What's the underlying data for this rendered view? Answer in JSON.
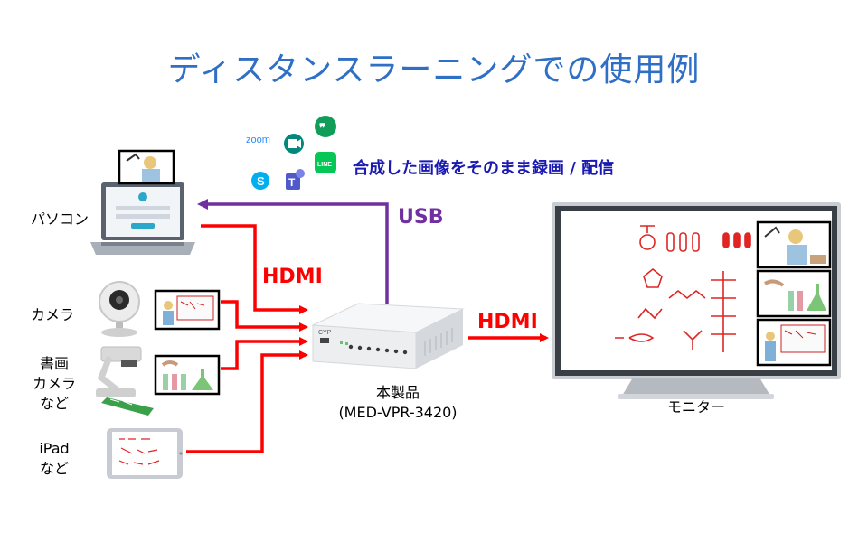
{
  "title": "ディスタンスラーニングでの使用例",
  "labels": {
    "pc": "パソコン",
    "camera": "カメラ",
    "doc_camera_line1": "書画",
    "doc_camera_line2": "カメラ",
    "doc_camera_line3": "など",
    "ipad_line1": "iPad",
    "ipad_line2": "など",
    "product_line1": "本製品",
    "product_line2": "(MED-VPR-3420)",
    "monitor": "モニター"
  },
  "arrows": {
    "hdmi_in": "HDMI",
    "hdmi_out": "HDMI",
    "usb": "USB"
  },
  "record_text": "合成した画像をそのまま録画 / 配信",
  "apps": {
    "zoom": "zoom",
    "line": "LINE"
  },
  "device_brand": "CYP",
  "colors": {
    "title": "#2f6fc6",
    "hdmi": "#ff0000",
    "usb": "#7030a0",
    "record": "#1a1ab3"
  }
}
